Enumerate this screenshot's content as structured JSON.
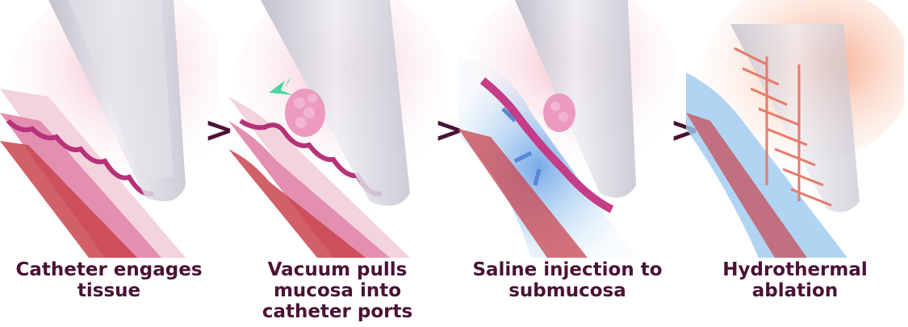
{
  "steps": [
    {
      "caption_line1": "Catheter engages",
      "caption_line2": "tissue",
      "caption_line3": ""
    },
    {
      "caption_line1": "Vacuum pulls",
      "caption_line2": "mucosa into",
      "caption_line3": "catheter ports"
    },
    {
      "caption_line1": "Saline injection to",
      "caption_line2": "submucosa",
      "caption_line3": ""
    },
    {
      "caption_line1": "Hydrothermal",
      "caption_line2": "ablation",
      "caption_line3": ""
    }
  ],
  "separator": ">",
  "colors": {
    "caption": "#4a1235",
    "tissue_pink": "#e58fb2",
    "mucosa_magenta": "#c43d86",
    "muscle_red": "#c9444f",
    "catheter_gray": "#c9c9d3",
    "saline_blue": "#7fb3e6",
    "ablation_orange": "#f39a70"
  }
}
